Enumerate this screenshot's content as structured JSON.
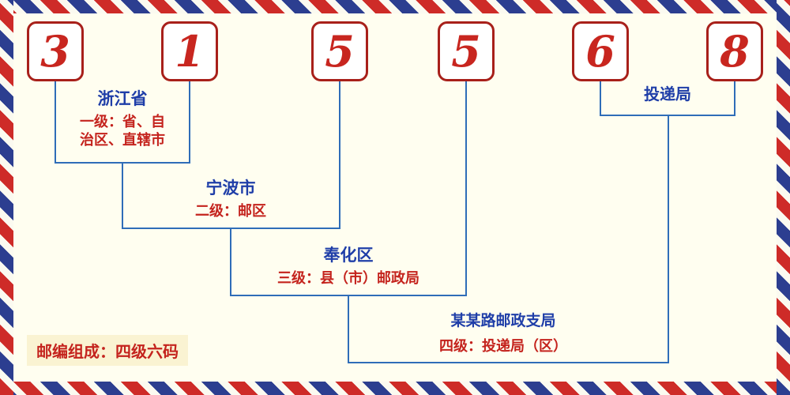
{
  "postal_code": {
    "digits": [
      "3",
      "1",
      "5",
      "5",
      "6",
      "8"
    ]
  },
  "labels": {
    "level1": {
      "name": "浙江省",
      "desc_line1": "一级：省、自",
      "desc_line2": "治区、直辖市"
    },
    "level2": {
      "name": "宁波市",
      "desc": "二级：邮区"
    },
    "level3": {
      "name": "奉化区",
      "desc": "三级：县（市）邮政局"
    },
    "level4": {
      "name": "某某路邮政支局",
      "desc": "四级：投递局（区）"
    },
    "delivery": {
      "name": "投递局"
    }
  },
  "footer": {
    "composition": "邮编组成：四级六码"
  },
  "colors": {
    "digit_red": "#c8261f",
    "label_blue": "#1f3ea8",
    "desc_red": "#c4231d",
    "line_blue": "#2f6db8",
    "stripe_red": "#ce2b28",
    "stripe_blue": "#2c3e90",
    "background": "#fffef0"
  }
}
